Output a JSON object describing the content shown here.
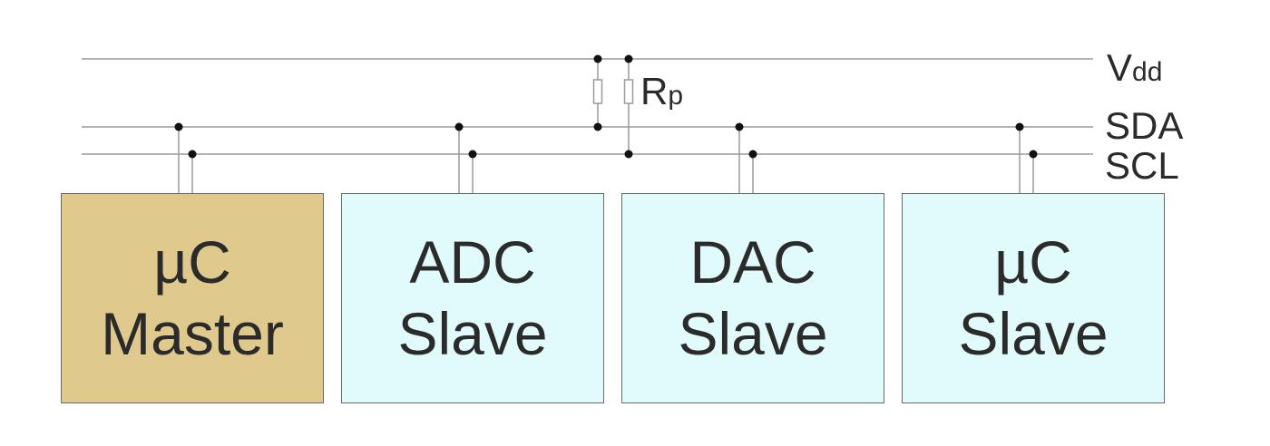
{
  "bus": {
    "vdd": {
      "main": "V",
      "sub": "dd"
    },
    "sda": "SDA",
    "scl": "SCL"
  },
  "pullup": {
    "main": "R",
    "sub": "p"
  },
  "devices": [
    {
      "line1": "µC",
      "line2": "Master",
      "fill": "#dfc98c"
    },
    {
      "line1": "ADC",
      "line2": "Slave",
      "fill": "#e1fafc"
    },
    {
      "line1": "DAC",
      "line2": "Slave",
      "fill": "#e1fafc"
    },
    {
      "line1": "µC",
      "line2": "Slave",
      "fill": "#e1fafc"
    }
  ],
  "colors": {
    "wire": "#9a9a9a",
    "dot": "#111111",
    "text": "#2b2b2b"
  }
}
